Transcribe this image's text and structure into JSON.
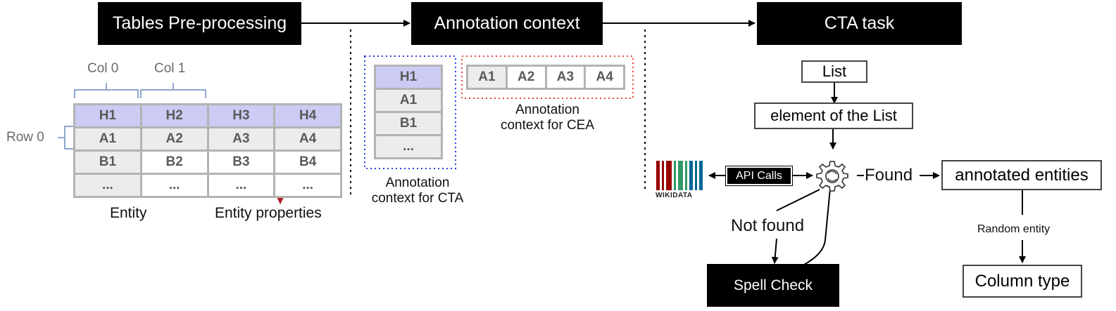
{
  "headers": {
    "preprocessing": "Tables Pre-processing",
    "annotation_context": "Annotation context",
    "cta_task": "CTA task"
  },
  "left_table": {
    "col_labels": [
      "Col 0",
      "Col 1"
    ],
    "row_label": "Row 0",
    "rows": [
      [
        "H1",
        "H2",
        "H3",
        "H4"
      ],
      [
        "A1",
        "A2",
        "A3",
        "A4"
      ],
      [
        "B1",
        "B2",
        "B3",
        "B4"
      ],
      [
        "...",
        "...",
        "...",
        "..."
      ]
    ],
    "entity_label": "Entity",
    "entity_properties_label": "Entity properties"
  },
  "cta_context": {
    "cells": [
      "H1",
      "A1",
      "B1",
      "..."
    ],
    "caption_line1": "Annotation",
    "caption_line2": "context for CTA"
  },
  "cea_context": {
    "cells": [
      "A1",
      "A2",
      "A3",
      "A4"
    ],
    "caption_line1": "Annotation",
    "caption_line2": "context for CEA"
  },
  "cta_flow": {
    "list": "List",
    "element": "element of the List",
    "api_calls": "API Calls",
    "found": "Found",
    "annotated_entities": "annotated entities",
    "random_entity": "Random entity",
    "column_type": "Column type",
    "not_found": "Not found",
    "spell_check": "Spell Check",
    "wikidata_label": "WIKIDATA"
  },
  "colors": {
    "header_bg": "#000000",
    "table_head": "#cccbf3",
    "table_cell": "#ececec",
    "entity_blue": "#1a4ef0",
    "property_red": "#b01a2e",
    "cea_border": "#e8453c",
    "cta_border": "#2a3fe6"
  }
}
